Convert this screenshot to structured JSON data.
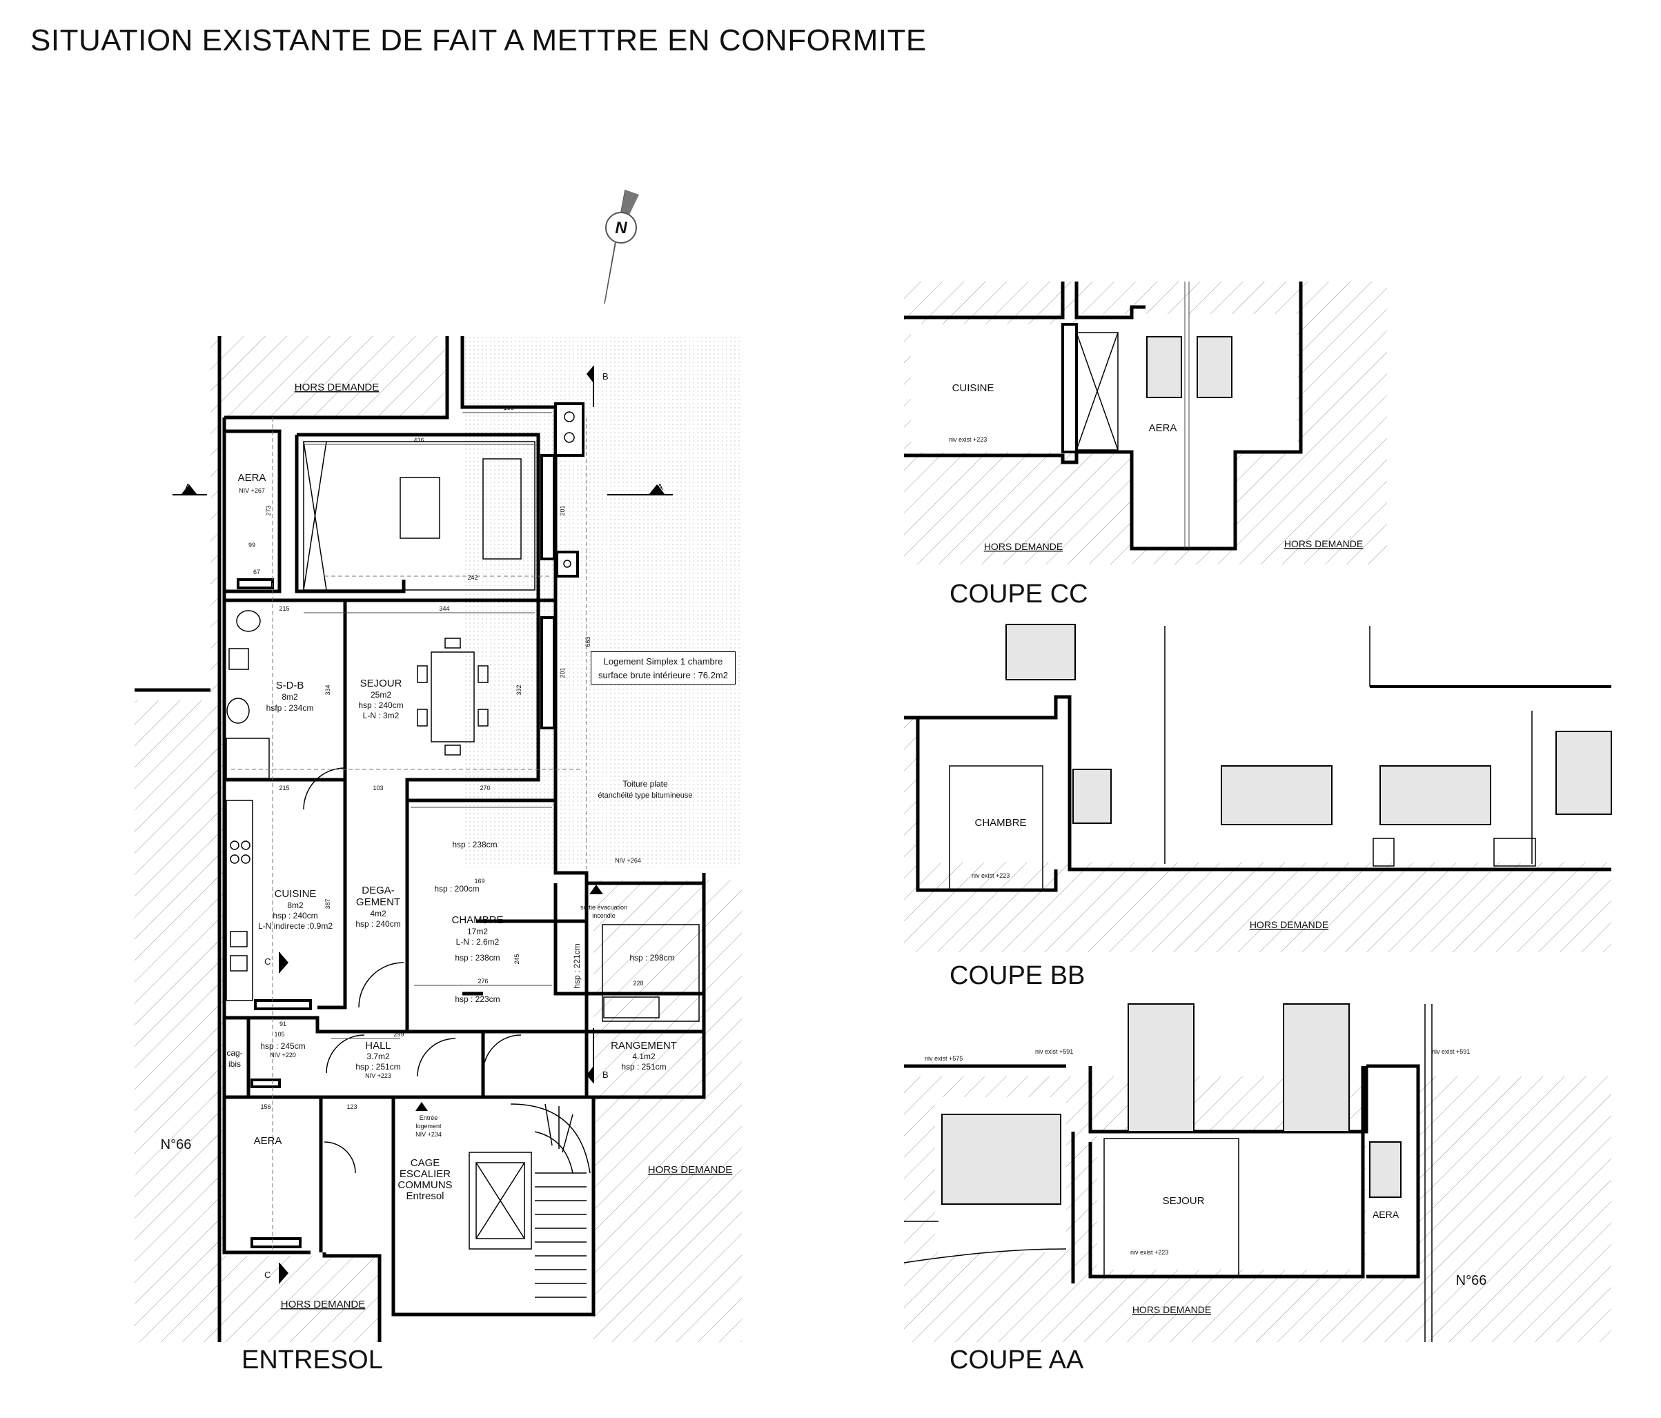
{
  "title": "SITUATION EXISTANTE DE FAIT A METTRE EN CONFORMITE",
  "views": {
    "entresol": "ENTRESOL",
    "coupe_cc": "COUPE CC",
    "coupe_bb": "COUPE BB",
    "coupe_aa": "COUPE AA"
  },
  "compass": "N",
  "info_box": {
    "line1": "Logement Simplex 1 chambre",
    "line2": "surface brute intérieure : 76.2m2"
  },
  "roof": {
    "line1": "Toiture plate",
    "line2": "étanchéité type bitumineuse"
  },
  "plan": {
    "hors_demande": "HORS DEMANDE",
    "n66": "N°66",
    "section_a": "A",
    "section_b": "B",
    "section_c": "C",
    "aera_top": {
      "name": "AERA",
      "niv": "NIV +267"
    },
    "sdb": {
      "name": "S-D-B",
      "area": "8m2",
      "h": "hsfp : 234cm"
    },
    "sejour": {
      "name": "SEJOUR",
      "area": "25m2",
      "h": "hsp : 240cm",
      "ln": "L-N : 3m2"
    },
    "cuisine": {
      "name": "CUISINE",
      "area": "8m2",
      "h": "hsp : 240cm",
      "ln": "L-N indirecte :0.9m2"
    },
    "degagement": {
      "name1": "DEGA-",
      "name2": "GEMENT",
      "area": "4m2",
      "h": "hsp : 240cm"
    },
    "chambre": {
      "name": "CHAMBRE",
      "area": "17m2",
      "ln": "L-N : 2.6m2",
      "h1": "hsp : 238cm",
      "h2": "hsp : 223cm"
    },
    "hsp238": "hsp : 238cm",
    "hsp200": "hsp : 200cm",
    "hsp221": "hsp : 221cm",
    "hsp298": "hsp : 298cm",
    "hall": {
      "name": "HALL",
      "area": "3.7m2",
      "h": "hsp : 251cm",
      "niv": "NIV +223"
    },
    "rangement": {
      "name": "RANGEMENT",
      "area": "4.1m2",
      "h": "hsp : 251cm"
    },
    "cagibis": {
      "name1": "cag-",
      "name2": "ibis",
      "h": "hsp : 245cm",
      "niv": "NIV +220"
    },
    "aera_bottom": {
      "name": "AERA"
    },
    "cage": {
      "l1": "CAGE",
      "l2": "ESCALIER",
      "l3": "COMMUNS",
      "l4": "Entresol"
    },
    "entree": {
      "l1": "Entrée",
      "l2": "logement",
      "l3": "NIV +234"
    },
    "sortie": {
      "l1": "sortie évacuation",
      "l2": "incendie"
    },
    "niv264": "NIV +264",
    "dims": [
      "166",
      "436",
      "242",
      "344",
      "215",
      "334",
      "332",
      "270",
      "103",
      "215",
      "387",
      "276",
      "228",
      "169",
      "299",
      "105",
      "156",
      "123",
      "663",
      "201",
      "201",
      "273",
      "99",
      "67",
      "91",
      "245"
    ]
  },
  "coupe_cc_labels": {
    "cuisine": "CUISINE",
    "aera": "AERA",
    "niv": "niv exist +223",
    "hors1": "HORS DEMANDE",
    "hors2": "HORS DEMANDE"
  },
  "coupe_bb_labels": {
    "chambre": "CHAMBRE",
    "niv": "niv exist +223",
    "hors": "HORS DEMANDE"
  },
  "coupe_aa_labels": {
    "sejour": "SEJOUR",
    "aera": "AERA",
    "niv": "niv exist +223",
    "niv575": "niv exist +575",
    "niv591a": "niv exist +591",
    "niv591b": "niv exist +591",
    "hors": "HORS DEMANDE",
    "n66": "N°66"
  }
}
